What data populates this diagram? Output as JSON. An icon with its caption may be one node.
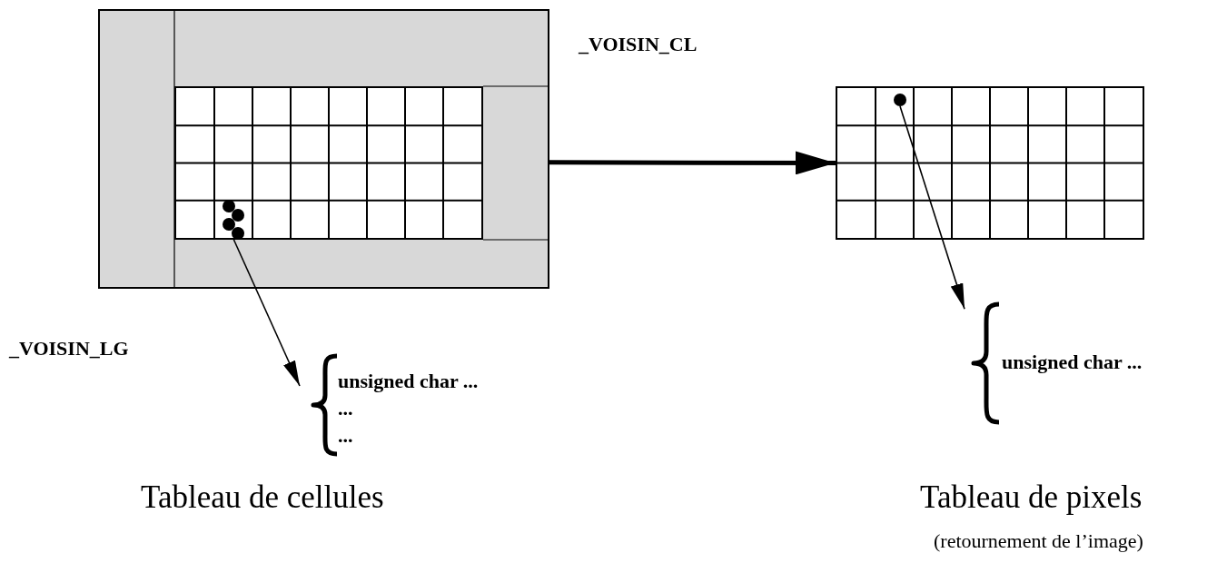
{
  "diagram": {
    "nodes": [
      {
        "text": [],
        "shape": "box"
      },
      {
        "text": [],
        "shape": "box",
        "in": 0
      },
      {
        "text": [],
        "shape": "circle",
        "in": 1
      },
      {
        "text": [
          "unsigned char ...",
          "...",
          "..."
        ]
      },
      {
        "text": [],
        "shape": "box"
      },
      {
        "text": [],
        "shape": "circle",
        "in": 4
      },
      {
        "text": [
          "unsigned char ..."
        ]
      }
    ],
    "edges": [
      {
        "from": 2,
        "to": 3,
        "arrow": "to"
      },
      {
        "from": 0,
        "to": 4,
        "arrow": "to",
        "style": "thick"
      },
      {
        "from": 5,
        "to": 6,
        "arrow": "to"
      }
    ],
    "labels": [
      "_VOISIN_CL",
      "_VOISIN_LG",
      "Tableau de cellules",
      "Tableau de pixels",
      "(retournement de l’image)"
    ]
  }
}
